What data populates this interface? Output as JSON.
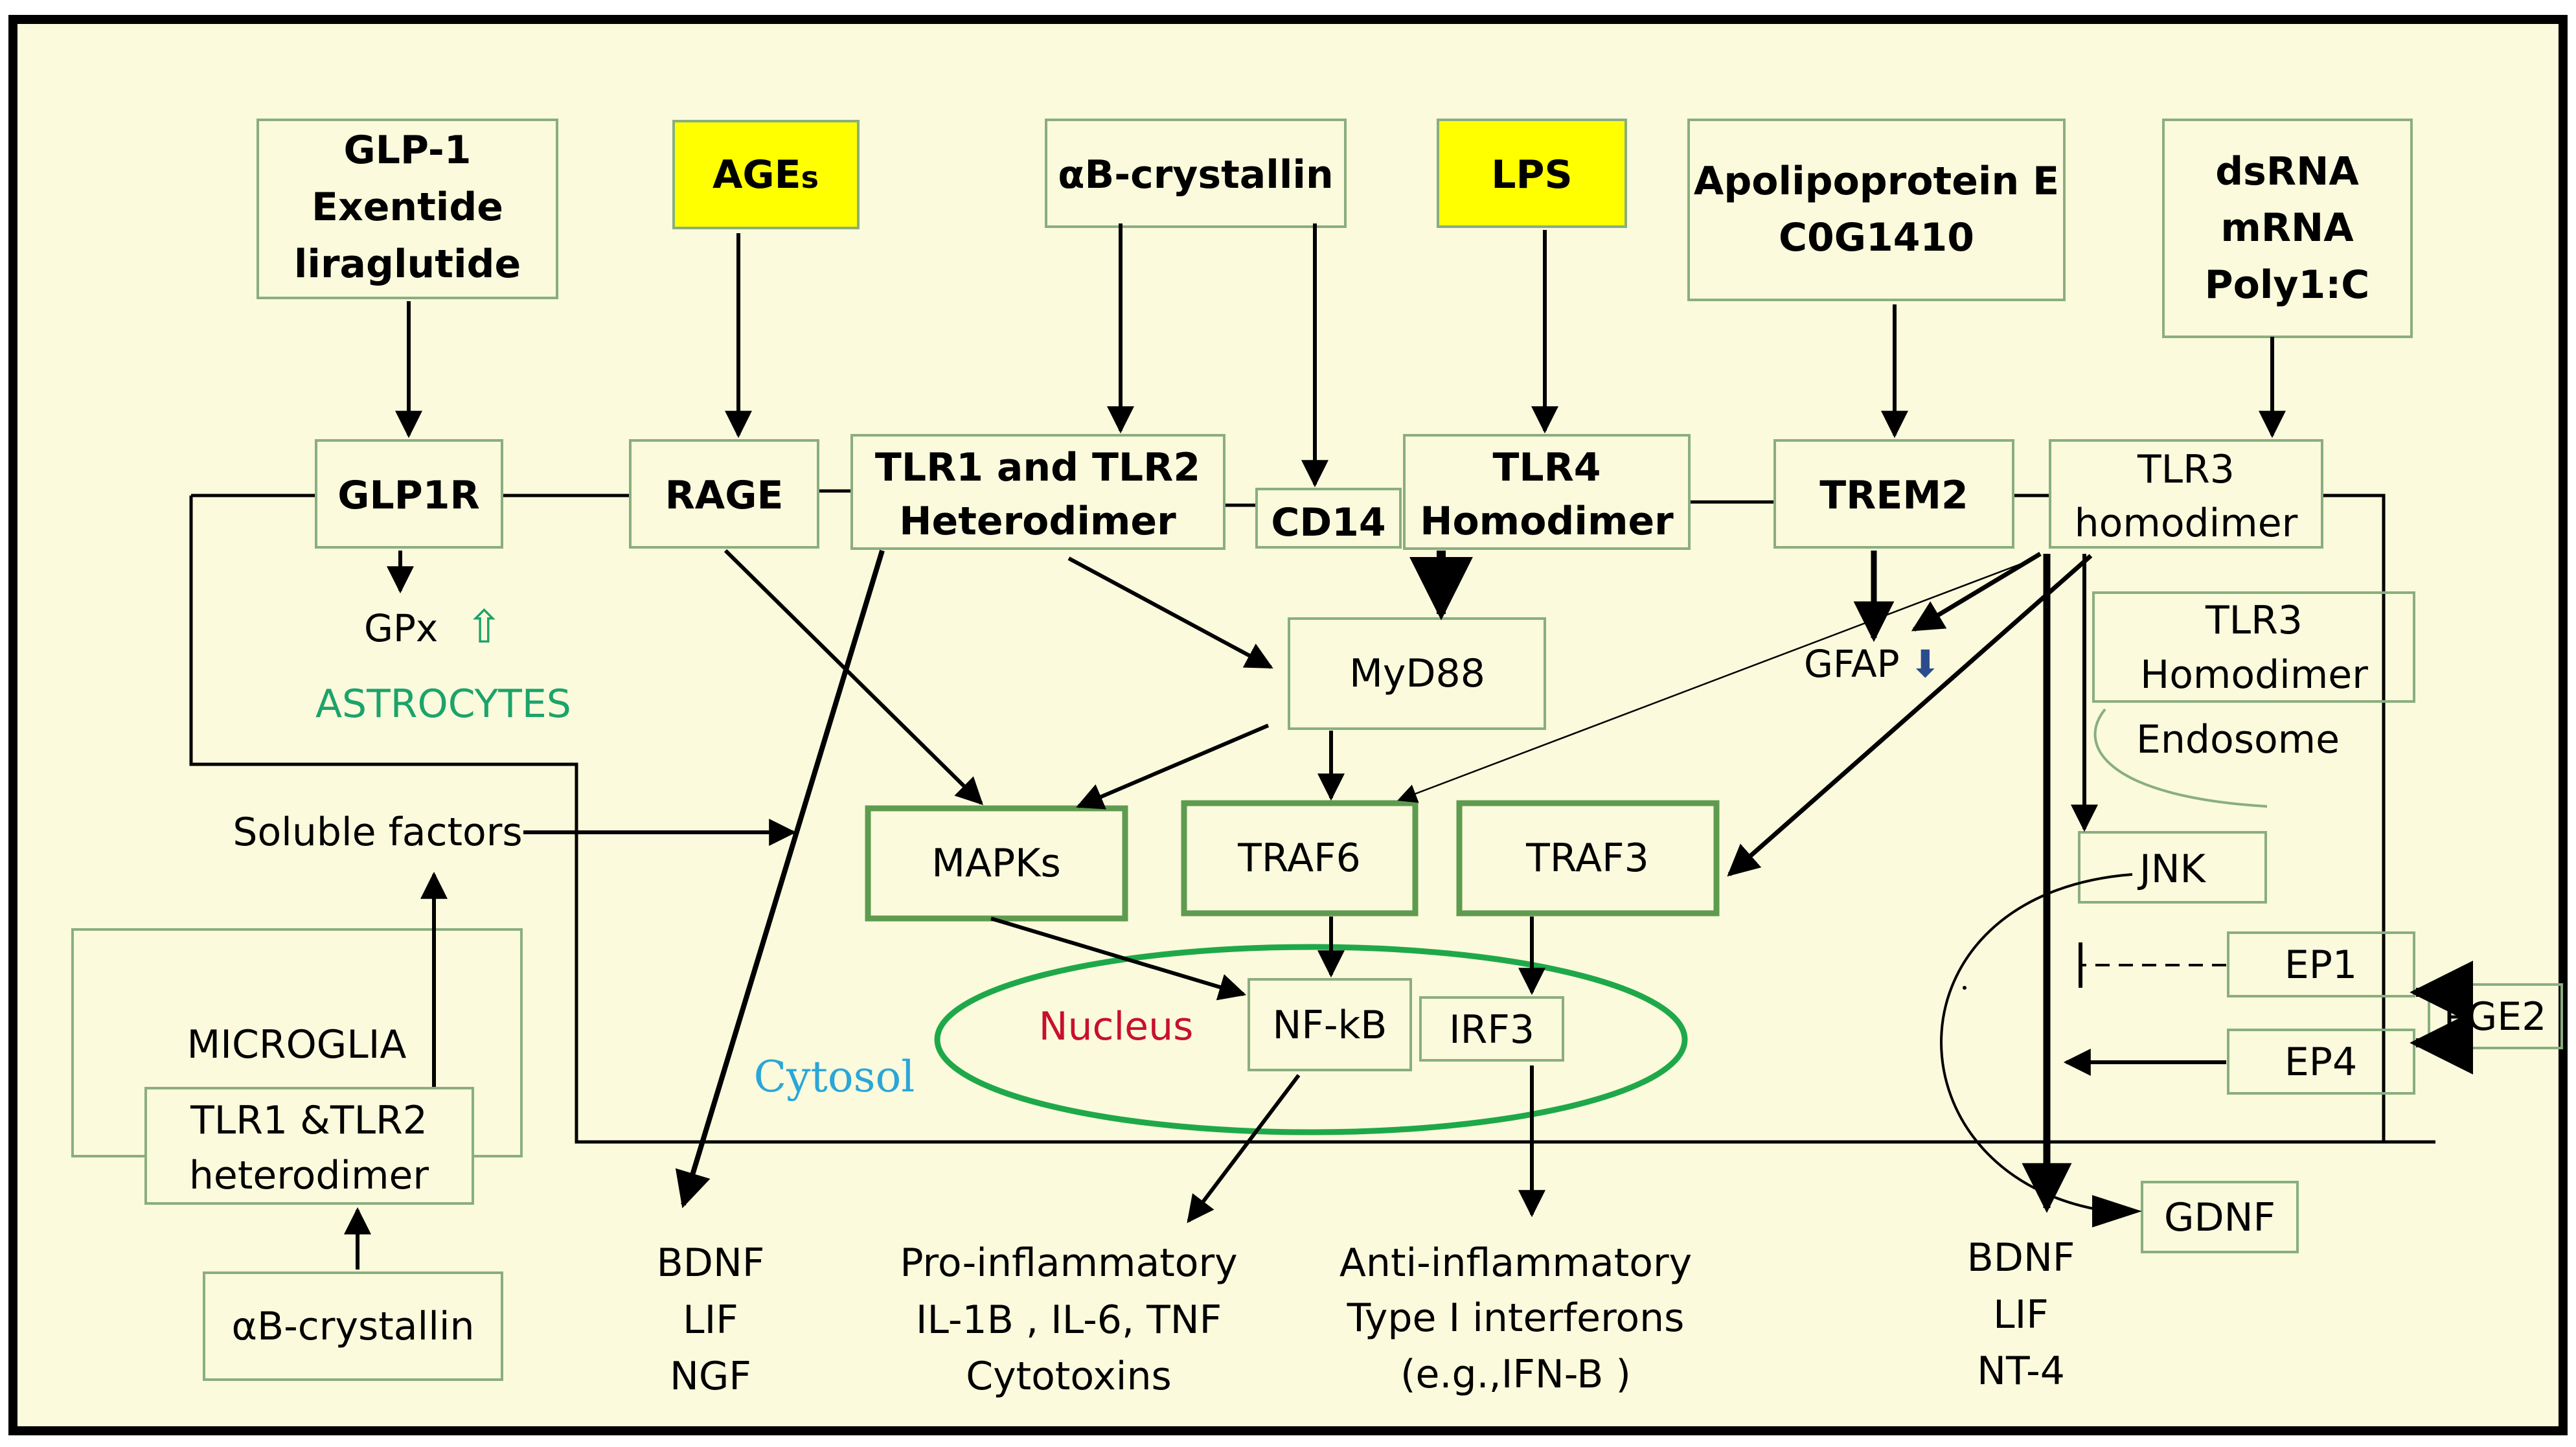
{
  "ligands": {
    "glp1": [
      "GLP-1",
      "Exentide",
      "liraglutide"
    ],
    "ages_main": "AGE",
    "ages_sub": "s",
    "ab_crystallin_top": "αB-crystallin",
    "lps": "LPS",
    "apoe": [
      "Apolipoprotein E",
      "C0G1410"
    ],
    "dsrna": [
      "dsRNA",
      "mRNA",
      "Poly1:C"
    ]
  },
  "receptors": {
    "glp1r": "GLP1R",
    "rage": "RAGE",
    "tlr12": [
      "TLR1 and TLR2",
      "Heterodimer"
    ],
    "cd14": "CD14",
    "tlr4": [
      "TLR4",
      "Homodimer"
    ],
    "trem2": "TREM2",
    "tlr3": [
      "TLR3",
      "homodimer"
    ]
  },
  "astro": {
    "gpx": "GPx",
    "gpx_arrow": "⇧",
    "astrocytes": "ASTROCYTES",
    "gfap": "GFAP",
    "gfap_arrow": "⬇"
  },
  "signaling": {
    "myd88": "MyD88",
    "mapks": "MAPKs",
    "traf6": "TRAF6",
    "traf3": "TRAF3",
    "nfkb": "NF-kB",
    "irf3": "IRF3",
    "jnk": "JNK"
  },
  "compartments": {
    "nucleus": "Nucleus",
    "cytosol": "Cytosol",
    "endosome": "Endosome",
    "tlr3_endo": [
      "TLR3",
      "Homodimer"
    ]
  },
  "microglia": {
    "soluble": "Soluble factors",
    "label": "MICROGLIA",
    "tlr12": [
      "TLR1 &TLR2",
      "heterodimer"
    ],
    "ab_crystallin": "αB-crystallin"
  },
  "prostaglandin": {
    "ep1": "EP1",
    "ep4": "EP4",
    "pge2": "PGE2",
    "gdnf": "GDNF"
  },
  "outputs": {
    "neuro1": [
      "BDNF",
      "LIF",
      "NGF"
    ],
    "proinflam": [
      "Pro-inflammatory",
      "IL-1B , IL-6, TNF",
      "Cytotoxins"
    ],
    "antiinflam": [
      "Anti-inflammatory",
      "Type I interferons",
      "(e.g.,IFN-B )"
    ],
    "neuro2": [
      "BDNF",
      "LIF",
      "NT-4"
    ]
  },
  "colors": {
    "background": "#fbfadc",
    "box_border": "#8aae7f",
    "highlight": "#ffff00",
    "signal_border": "#5e9b4f",
    "nucleus_ring": "#1fa84a",
    "astrocytes": "#1ca36b",
    "nucleus_text": "#c8102e",
    "cytosol_text": "#2aa6d8"
  }
}
